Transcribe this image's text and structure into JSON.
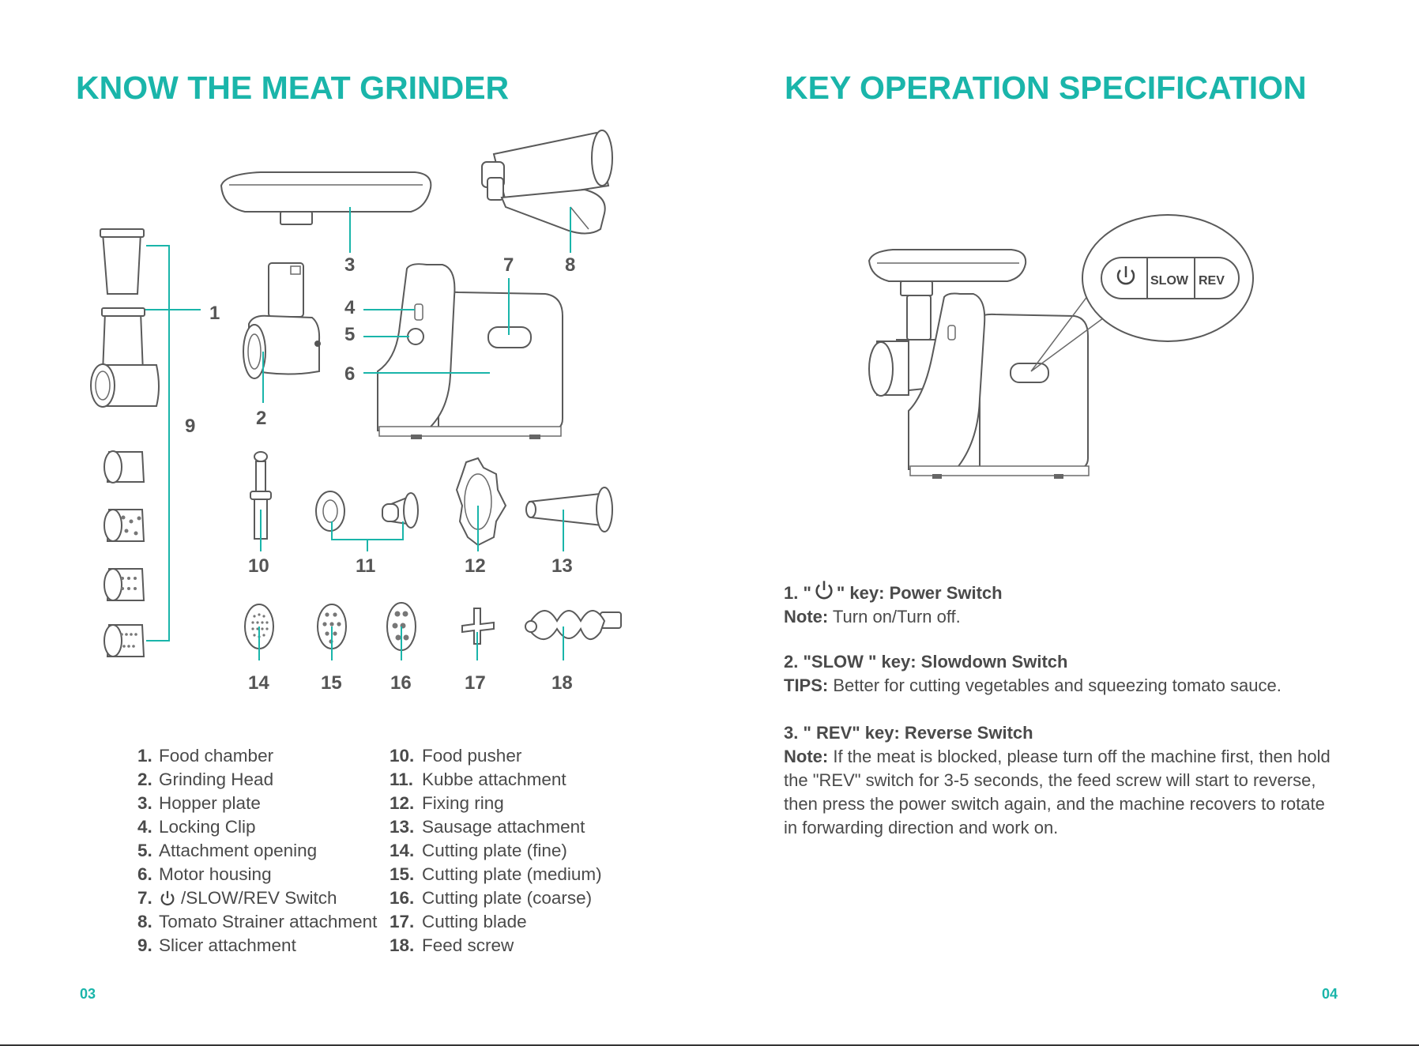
{
  "left_page": {
    "title": "KNOW THE MEAT GRINDER",
    "page_number": "03",
    "callouts": [
      "1",
      "2",
      "3",
      "4",
      "5",
      "6",
      "7",
      "8",
      "9",
      "10",
      "11",
      "12",
      "13",
      "14",
      "15",
      "16",
      "17",
      "18"
    ],
    "parts_col1": [
      {
        "num": "1.",
        "label": "Food chamber"
      },
      {
        "num": "2.",
        "label": "Grinding Head"
      },
      {
        "num": "3.",
        "label": "Hopper plate"
      },
      {
        "num": "4.",
        "label": "Locking Clip"
      },
      {
        "num": "5.",
        "label": "Attachment opening"
      },
      {
        "num": "6.",
        "label": "Motor housing"
      },
      {
        "num": "7.",
        "label": "/SLOW/REV Switch",
        "icon": "power-icon"
      },
      {
        "num": "8.",
        "label": "Tomato Strainer attachment"
      },
      {
        "num": "9.",
        "label": "Slicer attachment"
      }
    ],
    "parts_col2": [
      {
        "num": "10.",
        "label": "Food pusher"
      },
      {
        "num": "11.",
        "label": "Kubbe attachment"
      },
      {
        "num": "12.",
        "label": "Fixing ring"
      },
      {
        "num": "13.",
        "label": "Sausage attachment"
      },
      {
        "num": "14.",
        "label": "Cutting plate (fine)"
      },
      {
        "num": "15.",
        "label": "Cutting plate (medium)"
      },
      {
        "num": "16.",
        "label": "Cutting plate (coarse)"
      },
      {
        "num": "17.",
        "label": "Cutting blade"
      },
      {
        "num": "18.",
        "label": "Feed screw"
      }
    ]
  },
  "right_page": {
    "title": "KEY OPERATION SPECIFICATION",
    "page_number": "04",
    "panel_buttons": {
      "slow": "SLOW",
      "rev": "REV"
    },
    "keys": [
      {
        "title_prefix": "1. \"",
        "title_suffix": "\" key: Power Switch",
        "note_label": "Note:",
        "note_text": " Turn on/Turn off."
      },
      {
        "title": "2. \"SLOW \" key: Slowdown Switch",
        "note_label": "TIPS:",
        "note_text": " Better for cutting vegetables and squeezing tomato sauce."
      },
      {
        "title": "3. \" REV\" key: Reverse Switch",
        "note_label": "Note:",
        "note_lines": [
          " If the meat is blocked, please turn off the machine first, then hold",
          "the \"REV\" switch for 3-5 seconds, the feed screw will start to reverse,",
          "then press the power switch again, and the machine recovers to rotate",
          "in forwarding direction and work on."
        ]
      }
    ]
  },
  "colors": {
    "accent": "#1ab5aa",
    "text": "#4a4a4a",
    "line_art": "#5a5a5a"
  }
}
